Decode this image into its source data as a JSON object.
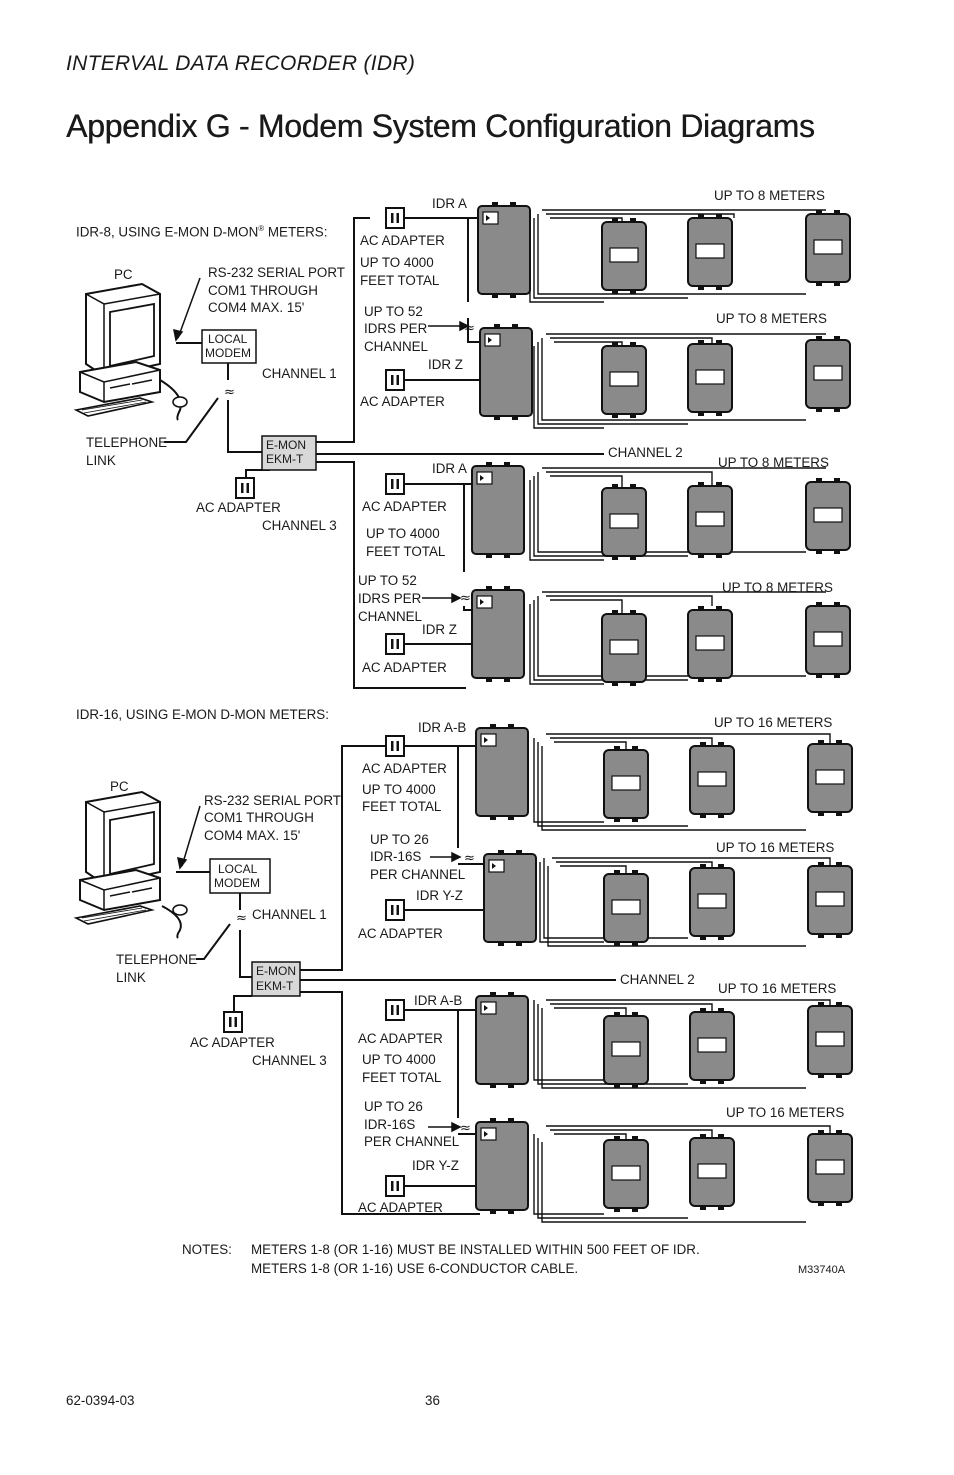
{
  "header": {
    "section": "INTERVAL DATA RECORDER (IDR)",
    "title": "Appendix G - Modem System Configuration Diagrams"
  },
  "diagram1": {
    "caption": "IDR-8, USING E-MON D-MON",
    "caption_reg": "®",
    "caption_tail": "METERS:",
    "pc": "PC",
    "serial": [
      "RS-232 SERIAL PORT",
      "COM1 THROUGH",
      "COM4 MAX. 15'"
    ],
    "modem": [
      "LOCAL",
      "MODEM"
    ],
    "telephone": [
      "TELEPHONE",
      "LINK"
    ],
    "ekm": [
      "E-MON",
      "EKM-T"
    ],
    "ac_adapter": "AC ADAPTER",
    "channel1": "CHANNEL 1",
    "channel2": "CHANNEL 2",
    "channel3": "CHANNEL 3",
    "idr_a": "IDR A",
    "idr_z": "IDR Z",
    "feet": [
      "UP TO 4000",
      "FEET TOTAL"
    ],
    "per_channel": [
      "UP TO 52",
      "IDRS PER",
      "CHANNEL"
    ],
    "meters": "UP TO 8 METERS"
  },
  "diagram2": {
    "caption": "IDR-16, USING E-MON D-MON METERS:",
    "pc": "PC",
    "serial": [
      "RS-232 SERIAL PORT",
      "COM1 THROUGH",
      "COM4 MAX. 15'"
    ],
    "modem": [
      "LOCAL",
      "MODEM"
    ],
    "telephone": [
      "TELEPHONE",
      "LINK"
    ],
    "ekm": [
      "E-MON",
      "EKM-T"
    ],
    "ac_adapter": "AC ADAPTER",
    "channel1": "CHANNEL 1",
    "channel2": "CHANNEL 2",
    "channel3": "CHANNEL 3",
    "idr_ab": "IDR A-B",
    "idr_yz": "IDR Y-Z",
    "feet": [
      "UP TO 4000",
      "FEET TOTAL"
    ],
    "per_channel": [
      "UP TO 26",
      "IDR-16S",
      "PER CHANNEL"
    ],
    "meters": "UP TO 16 METERS"
  },
  "notes": {
    "label": "NOTES:",
    "line1": "METERS 1-8 (OR 1-16) MUST BE INSTALLED WITHIN 500 FEET OF IDR.",
    "line2": "METERS 1-8 (OR 1-16) USE 6-CONDUCTOR CABLE."
  },
  "figure_id": "M33740A",
  "footer": {
    "doc_number": "62-0394-03",
    "page": "36"
  }
}
